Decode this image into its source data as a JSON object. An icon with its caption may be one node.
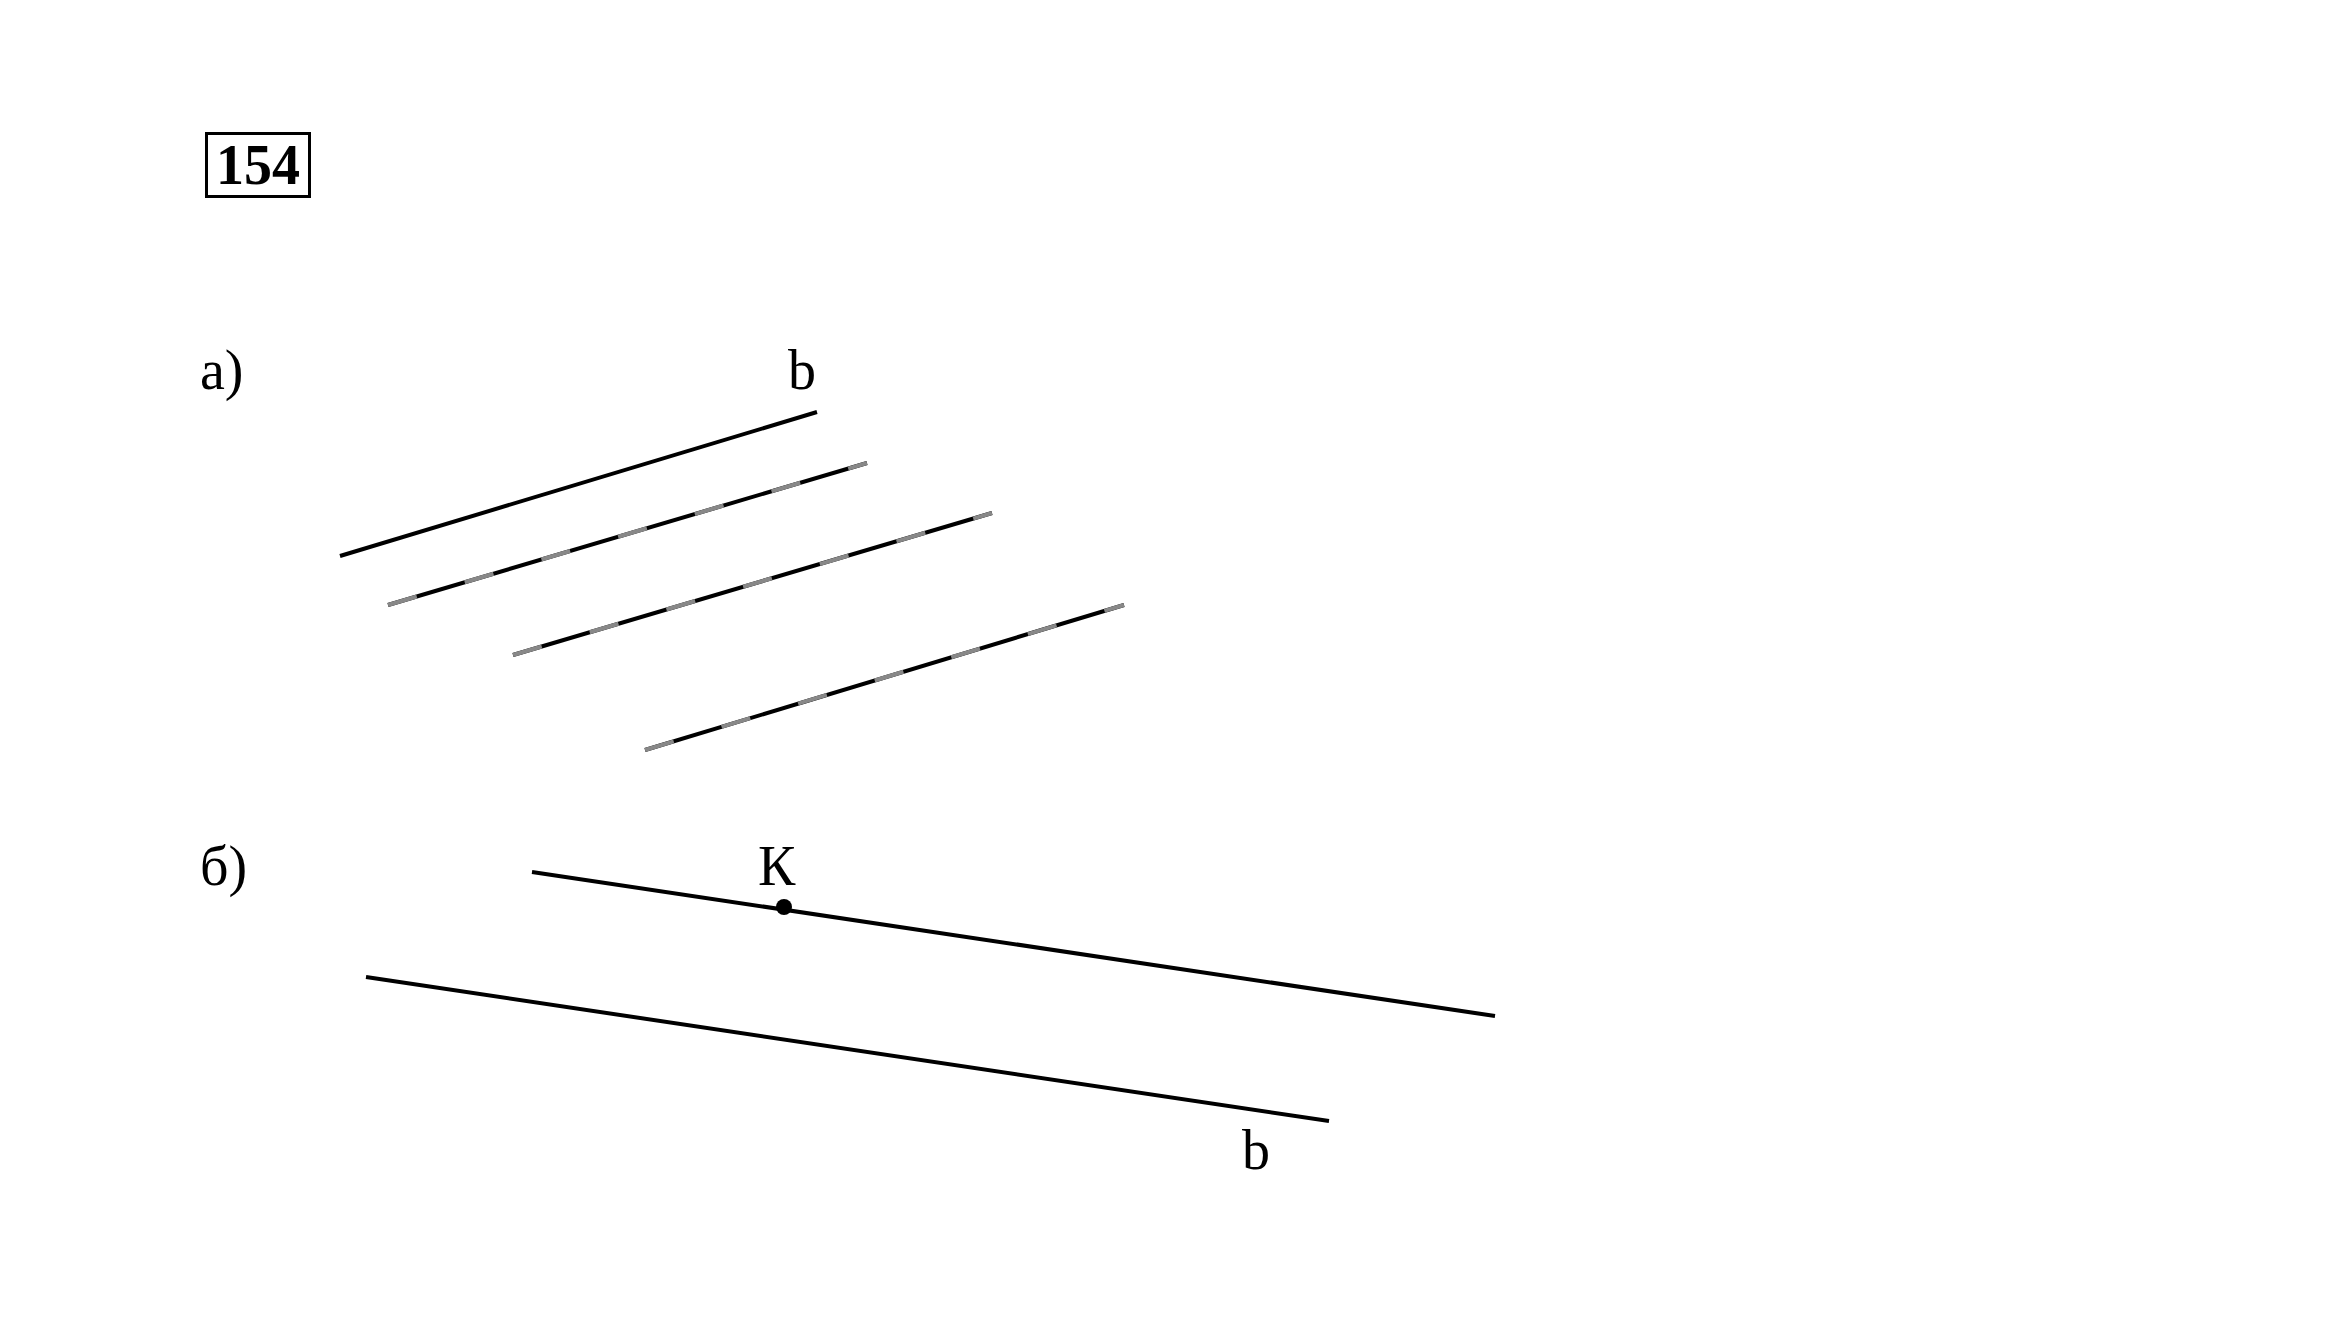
{
  "diagram": {
    "labels": [
      "154",
      "а)",
      "b",
      "б)",
      "К",
      "b"
    ]
  }
}
